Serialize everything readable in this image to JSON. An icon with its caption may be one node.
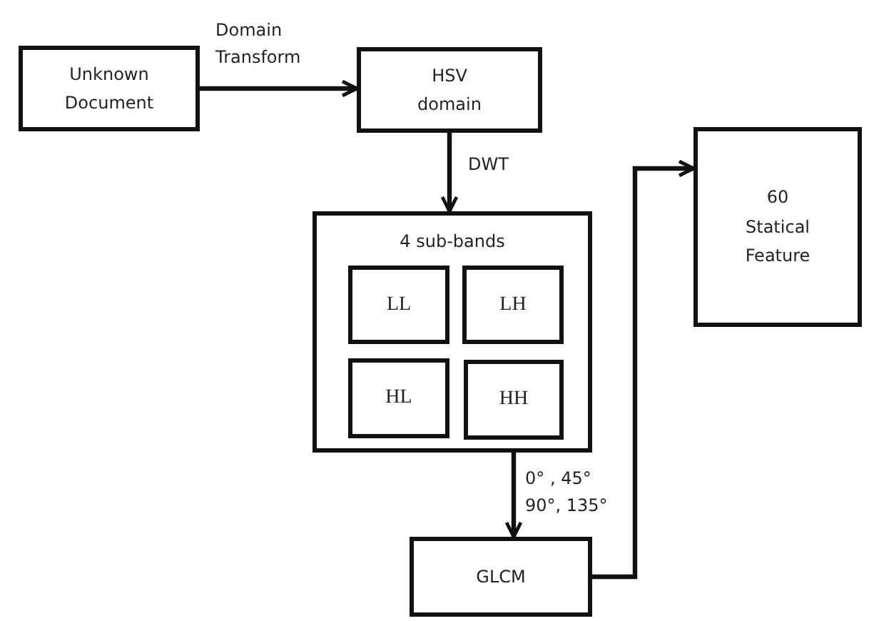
{
  "diagram": {
    "nodes": [
      {
        "text": [
          "Unknown Document"
        ]
      },
      {
        "text": [
          "HSV domain"
        ]
      },
      {
        "text": [
          "4 sub-bands"
        ]
      },
      {
        "text": [
          "LL"
        ],
        "in": 2
      },
      {
        "text": [
          "LH"
        ],
        "in": 2
      },
      {
        "text": [
          "HL"
        ],
        "in": 2
      },
      {
        "text": [
          "HH"
        ],
        "in": 2
      },
      {
        "text": [
          "GLCM"
        ]
      },
      {
        "text": [
          "60 Statical Feature"
        ]
      }
    ],
    "edges": [
      {
        "from": 0,
        "to": 1,
        "arrow": "to",
        "label": "Domain Transform"
      },
      {
        "from": 1,
        "to": 2,
        "arrow": "to",
        "label": "DWT"
      },
      {
        "from": 6,
        "to": 7,
        "arrow": "to",
        "label": "0° , 45° 90°, 135°"
      },
      {
        "from": 7,
        "to": 8,
        "arrow": "to"
      }
    ]
  }
}
